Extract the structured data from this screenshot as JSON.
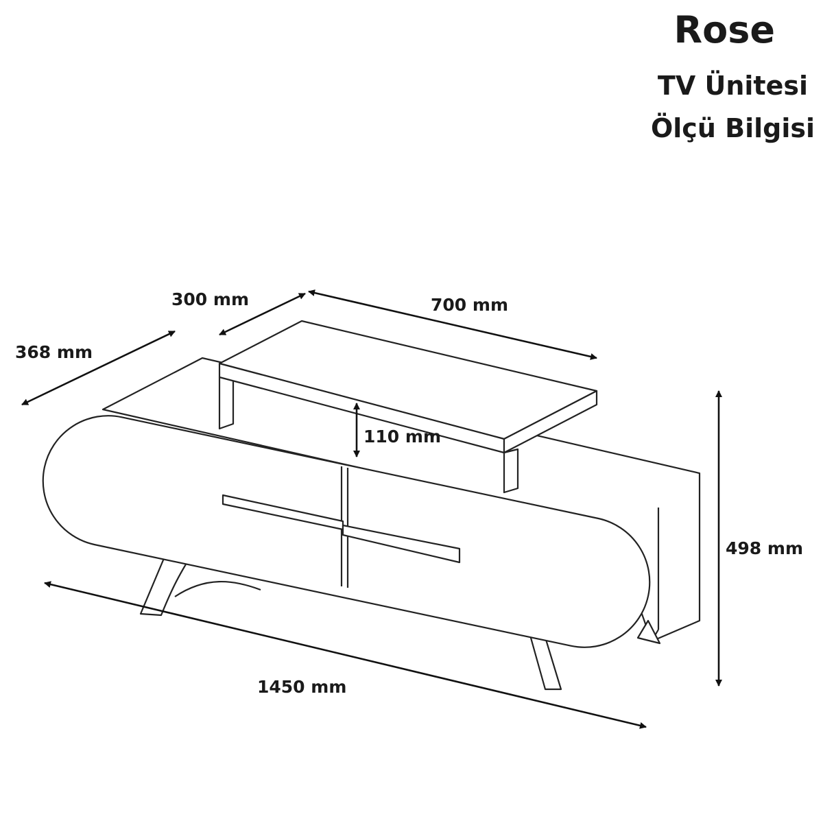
{
  "title": {
    "product": "Rose",
    "line2": "TV Ünitesi",
    "line3": "Ölçü Bilgisi"
  },
  "dimensions": {
    "depth": "368 mm",
    "shelf_depth": "300 mm",
    "shelf_width": "700 mm",
    "shelf_height": "110 mm",
    "height": "498 mm",
    "width": "1450 mm"
  }
}
